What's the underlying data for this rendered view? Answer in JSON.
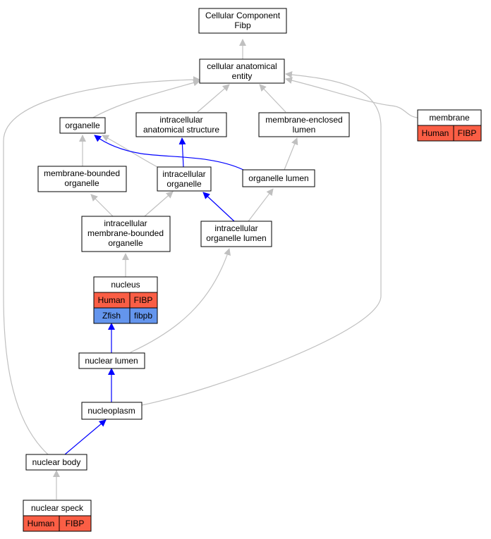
{
  "colors": {
    "gray_edge": "#c0c0c0",
    "blue_edge": "#0000ff",
    "human_cell": "#fa5e45",
    "zfish_cell": "#6495ed",
    "node_fill": "#ffffff",
    "node_stroke": "#000000"
  },
  "nodes": {
    "root": {
      "line1": "Cellular Component",
      "line2": "Fibp"
    },
    "cae": {
      "line1": "cellular anatomical",
      "line2": "entity"
    },
    "membrane": {
      "title": "membrane",
      "species": "Human",
      "gene": "FIBP"
    },
    "organelle": {
      "label": "organelle"
    },
    "ias": {
      "line1": "intracellular",
      "line2": "anatomical structure"
    },
    "mel": {
      "line1": "membrane-enclosed",
      "line2": "lumen"
    },
    "mbo": {
      "line1": "membrane-bounded",
      "line2": "organelle"
    },
    "io": {
      "line1": "intracellular",
      "line2": "organelle"
    },
    "ol": {
      "label": "organelle lumen"
    },
    "imbo": {
      "line1": "intracellular",
      "line2": "membrane-bounded",
      "line3": "organelle"
    },
    "iol": {
      "line1": "intracellular",
      "line2": "organelle lumen"
    },
    "nucleus": {
      "title": "nucleus",
      "row1_species": "Human",
      "row1_gene": "FIBP",
      "row2_species": "Zfish",
      "row2_gene": "fibpb"
    },
    "nl": {
      "label": "nuclear lumen"
    },
    "np": {
      "label": "nucleoplasm"
    },
    "nb": {
      "label": "nuclear body"
    },
    "ns": {
      "title": "nuclear speck",
      "species": "Human",
      "gene": "FIBP"
    }
  }
}
